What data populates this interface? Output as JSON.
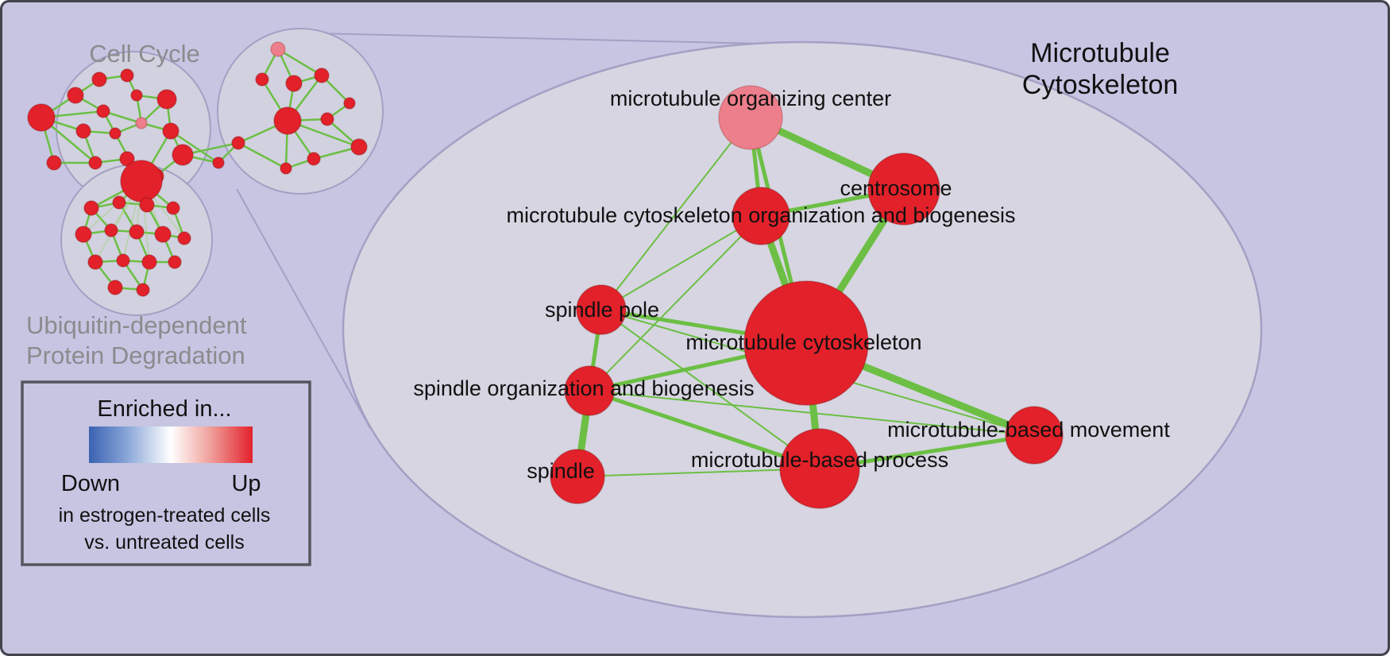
{
  "figure": {
    "type": "gene-set enrichment map network",
    "background_color": "#c7c5e2",
    "edge_color": "#6cbf44",
    "node_up_color": "#e3212a",
    "node_up_light_color": "#ec7f8b",
    "cluster_outline_color": "#a3a0c4"
  },
  "overview": {
    "cell_cycle_label": "Cell Cycle",
    "ubiquitin_label_line1": "Ubiquitin-dependent",
    "ubiquitin_label_line2": "Protein Degradation"
  },
  "zoom": {
    "title_line1": "Microtubule",
    "title_line2": "Cytoskeleton",
    "nodes": [
      {
        "label": "microtubule organizing center",
        "color": "light-red",
        "size": "large"
      },
      {
        "label": "centrosome",
        "color": "red",
        "size": "large"
      },
      {
        "label": "microtubule cytoskeleton organization and biogenesis",
        "color": "red",
        "size": "medium"
      },
      {
        "label": "spindle pole",
        "color": "red",
        "size": "small"
      },
      {
        "label": "microtubule cytoskeleton",
        "color": "red",
        "size": "largest"
      },
      {
        "label": "spindle organization and biogenesis",
        "color": "red",
        "size": "small"
      },
      {
        "label": "microtubule-based movement",
        "color": "red",
        "size": "medium"
      },
      {
        "label": "spindle",
        "color": "red",
        "size": "small"
      },
      {
        "label": "microtubule-based process",
        "color": "red",
        "size": "large"
      }
    ],
    "edges": [
      {
        "source": 0,
        "target": 1,
        "weight": "thick"
      },
      {
        "source": 0,
        "target": 2,
        "weight": "medium"
      },
      {
        "source": 0,
        "target": 3,
        "weight": "thin"
      },
      {
        "source": 0,
        "target": 4,
        "weight": "medium"
      },
      {
        "source": 1,
        "target": 2,
        "weight": "medium"
      },
      {
        "source": 1,
        "target": 4,
        "weight": "thick"
      },
      {
        "source": 2,
        "target": 3,
        "weight": "thin"
      },
      {
        "source": 2,
        "target": 4,
        "weight": "thick"
      },
      {
        "source": 2,
        "target": 5,
        "weight": "thin"
      },
      {
        "source": 3,
        "target": 4,
        "weight": "medium"
      },
      {
        "source": 3,
        "target": 5,
        "weight": "medium"
      },
      {
        "source": 3,
        "target": 6,
        "weight": "thin"
      },
      {
        "source": 3,
        "target": 8,
        "weight": "thin"
      },
      {
        "source": 4,
        "target": 5,
        "weight": "medium"
      },
      {
        "source": 4,
        "target": 6,
        "weight": "thick"
      },
      {
        "source": 4,
        "target": 8,
        "weight": "thick"
      },
      {
        "source": 5,
        "target": 6,
        "weight": "thin"
      },
      {
        "source": 5,
        "target": 7,
        "weight": "thick"
      },
      {
        "source": 5,
        "target": 8,
        "weight": "medium"
      },
      {
        "source": 6,
        "target": 8,
        "weight": "medium"
      },
      {
        "source": 7,
        "target": 8,
        "weight": "thin"
      }
    ]
  },
  "legend": {
    "title": "Enriched in...",
    "down_label": "Down",
    "up_label": "Up",
    "note_line1": "in estrogen-treated cells",
    "note_line2": "vs. untreated cells",
    "gradient": {
      "left_color": "#3a63b2",
      "mid_color": "#ffffff",
      "right_color": "#e3212a"
    }
  }
}
